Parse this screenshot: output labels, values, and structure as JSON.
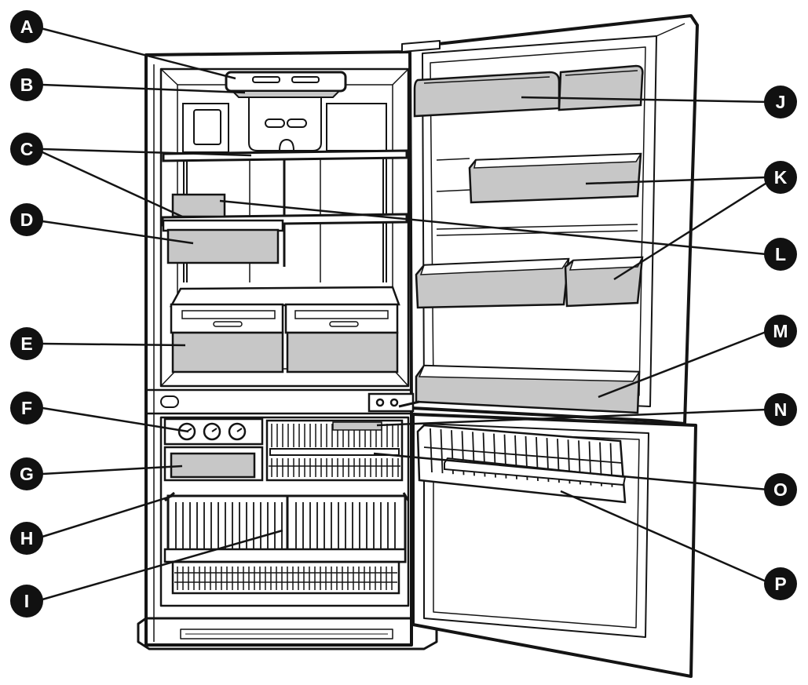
{
  "colors": {
    "outline": "#141414",
    "part_fill": "#c7c7c7",
    "badge": "#111111",
    "badge_text": "#ffffff",
    "background": "#ffffff"
  },
  "labels": {
    "A": "A",
    "B": "B",
    "C": "C",
    "D": "D",
    "E": "E",
    "F": "F",
    "G": "G",
    "H": "H",
    "I": "I",
    "J": "J",
    "K": "K",
    "L": "L",
    "M": "M",
    "N": "N",
    "O": "O",
    "P": "P"
  }
}
